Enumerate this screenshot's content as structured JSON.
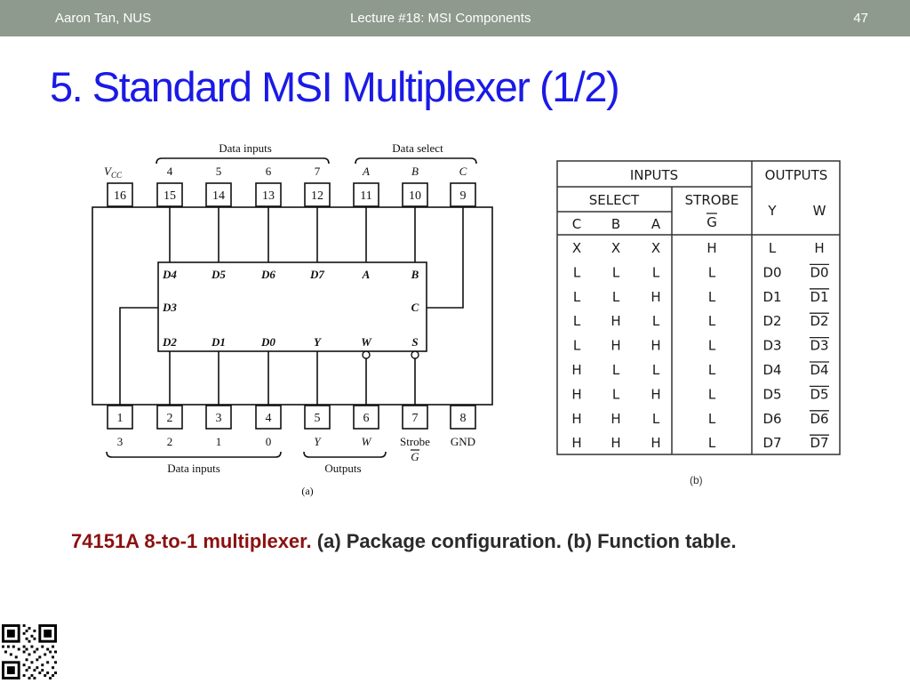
{
  "header": {
    "author": "Aaron Tan, NUS",
    "lecture": "Lecture #18: MSI Components",
    "page_number": "47"
  },
  "title": "5. Standard MSI Multiplexer (1/2)",
  "package_diagram": {
    "label_data_inputs_top": "Data inputs",
    "label_data_select": "Data select",
    "label_data_inputs_bottom": "Data inputs",
    "label_outputs": "Outputs",
    "sublabel": "(a)",
    "vcc": "V",
    "vcc_sub": "CC",
    "top_signals": [
      "4",
      "5",
      "6",
      "7",
      "A",
      "B",
      "C"
    ],
    "top_pins": [
      "16",
      "15",
      "14",
      "13",
      "12",
      "11",
      "10",
      "9"
    ],
    "bottom_pins": [
      "1",
      "2",
      "3",
      "4",
      "5",
      "6",
      "7",
      "8"
    ],
    "bottom_signals": [
      "3",
      "2",
      "1",
      "0",
      "Y",
      "W",
      "Strobe",
      "GND"
    ],
    "strobe_symbol": "G",
    "chip_top_labels": [
      "D4",
      "D5",
      "D6",
      "D7",
      "A",
      "B"
    ],
    "chip_mid_labels": [
      "D3",
      "C"
    ],
    "chip_bottom_labels": [
      "D2",
      "D1",
      "D0",
      "Y",
      "W",
      "S"
    ]
  },
  "function_table": {
    "group_inputs": "INPUTS",
    "group_outputs": "OUTPUTS",
    "group_select": "SELECT",
    "group_strobe": "STROBE",
    "strobe_symbol": "G",
    "columns": [
      "C",
      "B",
      "A",
      "Y",
      "W"
    ],
    "rows": [
      [
        "X",
        "X",
        "X",
        "H",
        "L",
        "H"
      ],
      [
        "L",
        "L",
        "L",
        "L",
        "D0",
        "D0"
      ],
      [
        "L",
        "L",
        "H",
        "L",
        "D1",
        "D1"
      ],
      [
        "L",
        "H",
        "L",
        "L",
        "D2",
        "D2"
      ],
      [
        "L",
        "H",
        "H",
        "L",
        "D3",
        "D3"
      ],
      [
        "H",
        "L",
        "L",
        "L",
        "D4",
        "D4"
      ],
      [
        "H",
        "L",
        "H",
        "L",
        "D5",
        "D5"
      ],
      [
        "H",
        "H",
        "L",
        "L",
        "D6",
        "D6"
      ],
      [
        "H",
        "H",
        "H",
        "L",
        "D7",
        "D7"
      ]
    ],
    "overlined_w_rows": [
      1,
      2,
      3,
      4,
      5,
      6,
      7,
      8
    ],
    "sublabel": "(b)"
  },
  "caption": {
    "highlight": "74151A 8-to-1 multiplexer.",
    "rest": " (a) Package configuration. (b) Function table."
  }
}
